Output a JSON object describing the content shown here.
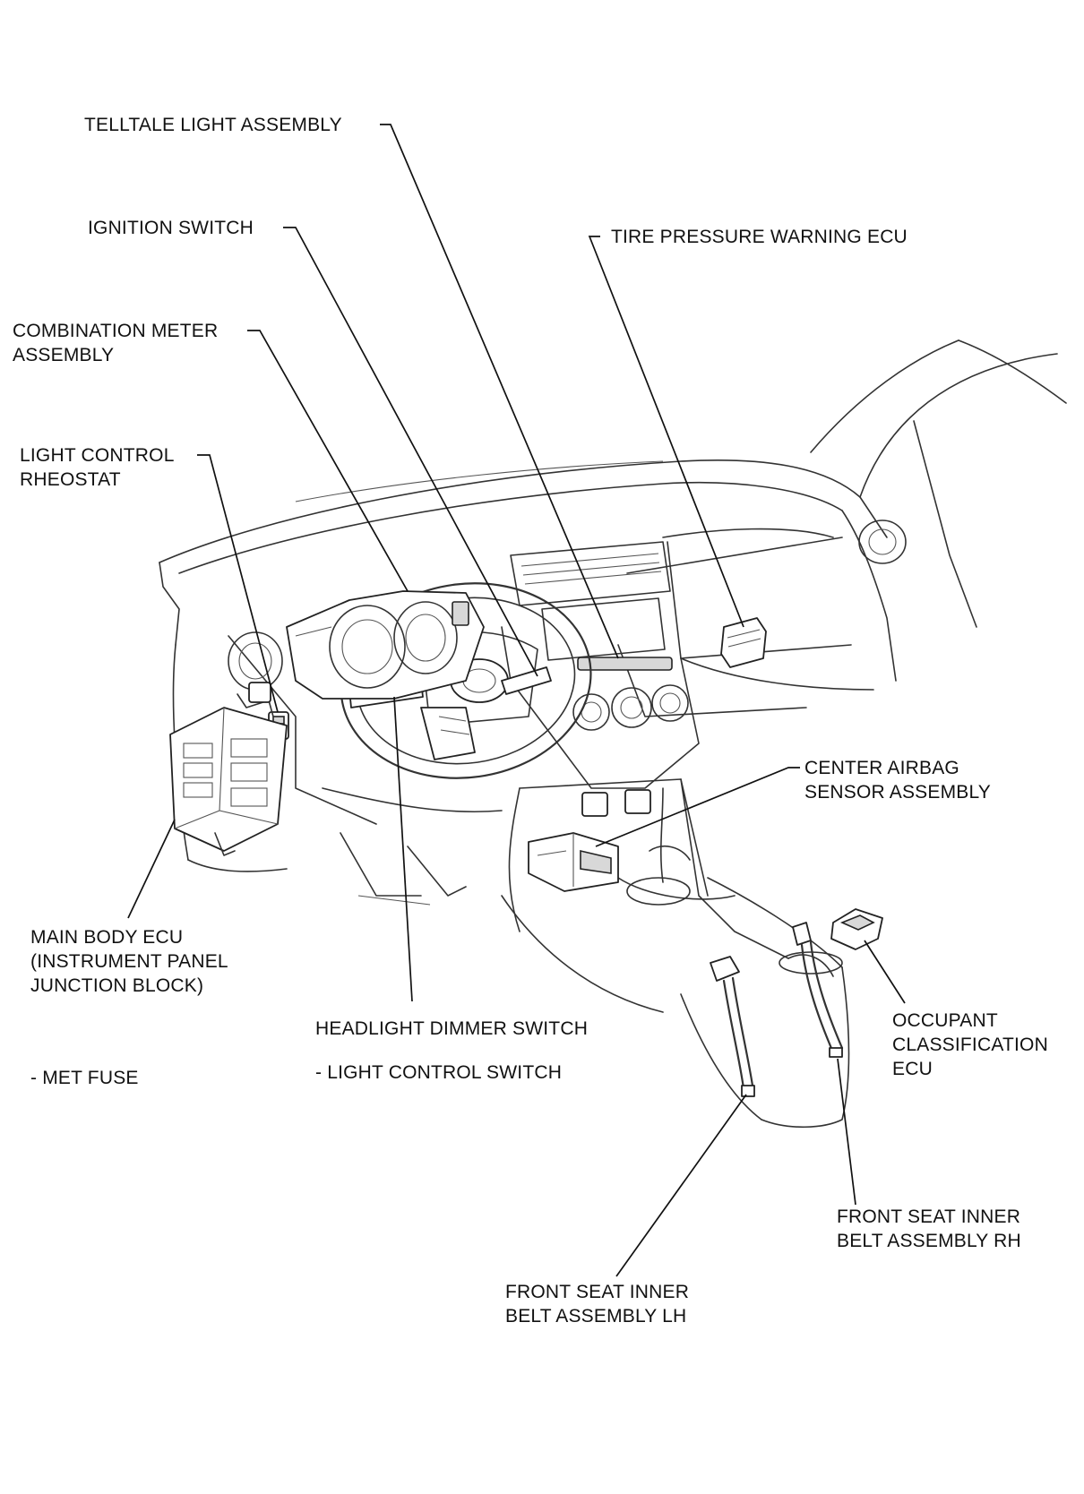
{
  "labels": {
    "telltale": "TELLTALE LIGHT ASSEMBLY",
    "ignition": "IGNITION SWITCH",
    "tire_pressure": "TIRE PRESSURE WARNING ECU",
    "combination_meter": [
      "COMBINATION METER",
      "ASSEMBLY"
    ],
    "light_rheostat": [
      "LIGHT CONTROL",
      "RHEOSTAT"
    ],
    "center_airbag": [
      "CENTER AIRBAG",
      "SENSOR ASSEMBLY"
    ],
    "main_body_ecu": [
      "MAIN BODY ECU",
      "(INSTRUMENT PANEL",
      "JUNCTION BLOCK)"
    ],
    "met_fuse": "- MET FUSE",
    "headlight_dimmer": "HEADLIGHT DIMMER SWITCH",
    "light_control_switch": "- LIGHT CONTROL SWITCH",
    "occupant": [
      "OCCUPANT",
      "CLASSIFICATION",
      "ECU"
    ],
    "belt_rh": [
      "FRONT SEAT INNER",
      "BELT ASSEMBLY RH"
    ],
    "belt_lh": [
      "FRONT SEAT INNER",
      "BELT ASSEMBLY LH"
    ]
  }
}
